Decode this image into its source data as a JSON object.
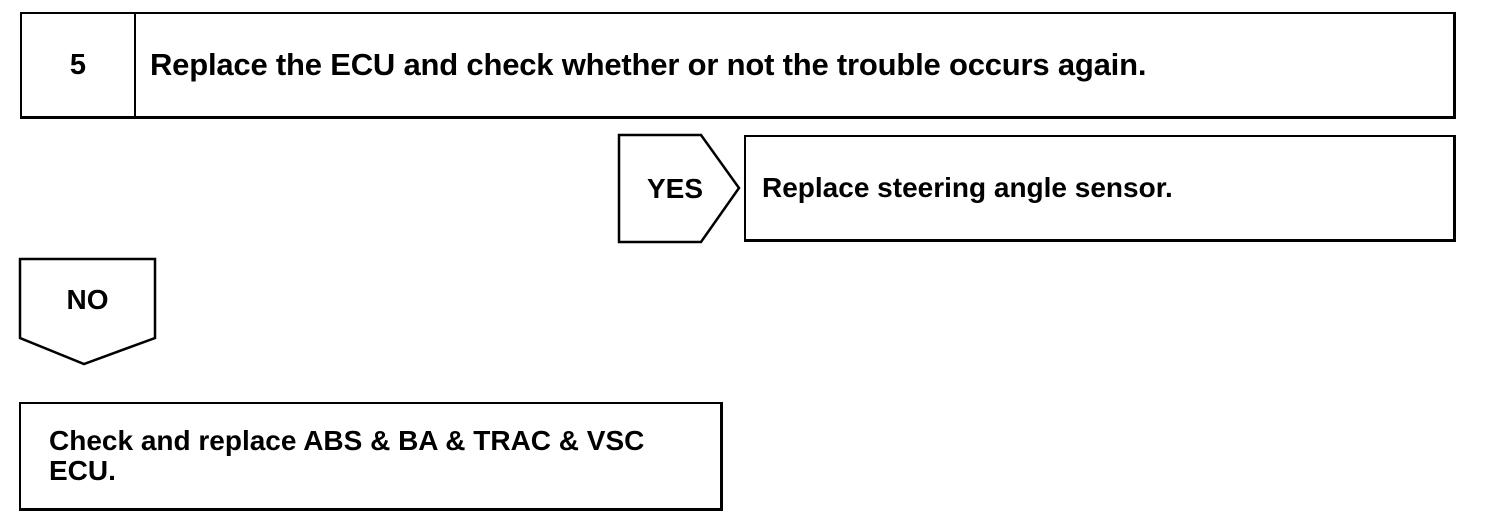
{
  "step": {
    "number": "5",
    "text": "Replace the ECU and check whether or not the trouble occurs again."
  },
  "yes_branch": {
    "label": "YES",
    "result": "Replace steering angle sensor."
  },
  "no_branch": {
    "label": "NO",
    "result": "Check and replace ABS & BA & TRAC & VSC ECU."
  }
}
